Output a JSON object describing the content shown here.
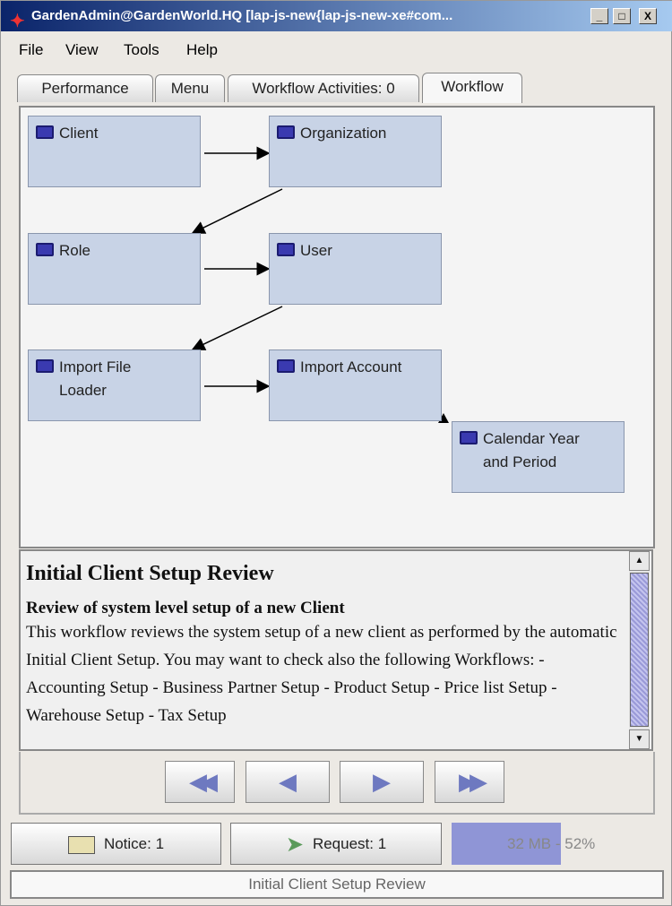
{
  "window": {
    "title": "GardenAdmin@GardenWorld.HQ [lap-js-new{lap-js-new-xe#com...",
    "minimize": "_",
    "maximize": "□",
    "close": "X"
  },
  "menu": [
    "File",
    "View",
    "Tools",
    "Help"
  ],
  "tabs": [
    "Performance",
    "Menu",
    "Workflow Activities: 0",
    "Workflow"
  ],
  "active_tab": "Workflow",
  "nodes": [
    {
      "label": "Client"
    },
    {
      "label": "Organization"
    },
    {
      "label": "Role"
    },
    {
      "label": "User"
    },
    {
      "label": "Import File Loader"
    },
    {
      "label": "Import Account"
    },
    {
      "label": "Calendar Year and Period"
    }
  ],
  "description": {
    "title": "Initial Client Setup Review",
    "subtitle": "Review of system level setup of a new Client",
    "body": "This workflow reviews the system setup of a new client as performed by the automatic Initial Client Setup. You may want to check also the following Workflows: - Accounting Setup - Business Partner Setup - Product Setup - Price list Setup - Warehouse Setup - Tax Setup"
  },
  "nav": {
    "first": "◀◀",
    "prev": "◀",
    "next": "▶",
    "last": "▶▶"
  },
  "bottom": {
    "notice": "Notice: 1",
    "request": "Request: 1",
    "memory": "32 MB - 52%",
    "memory_fraction": 0.52
  },
  "status": "Initial Client Setup Review",
  "colors": {
    "node": "#c8d3e6",
    "memory": "#8f95d6"
  }
}
